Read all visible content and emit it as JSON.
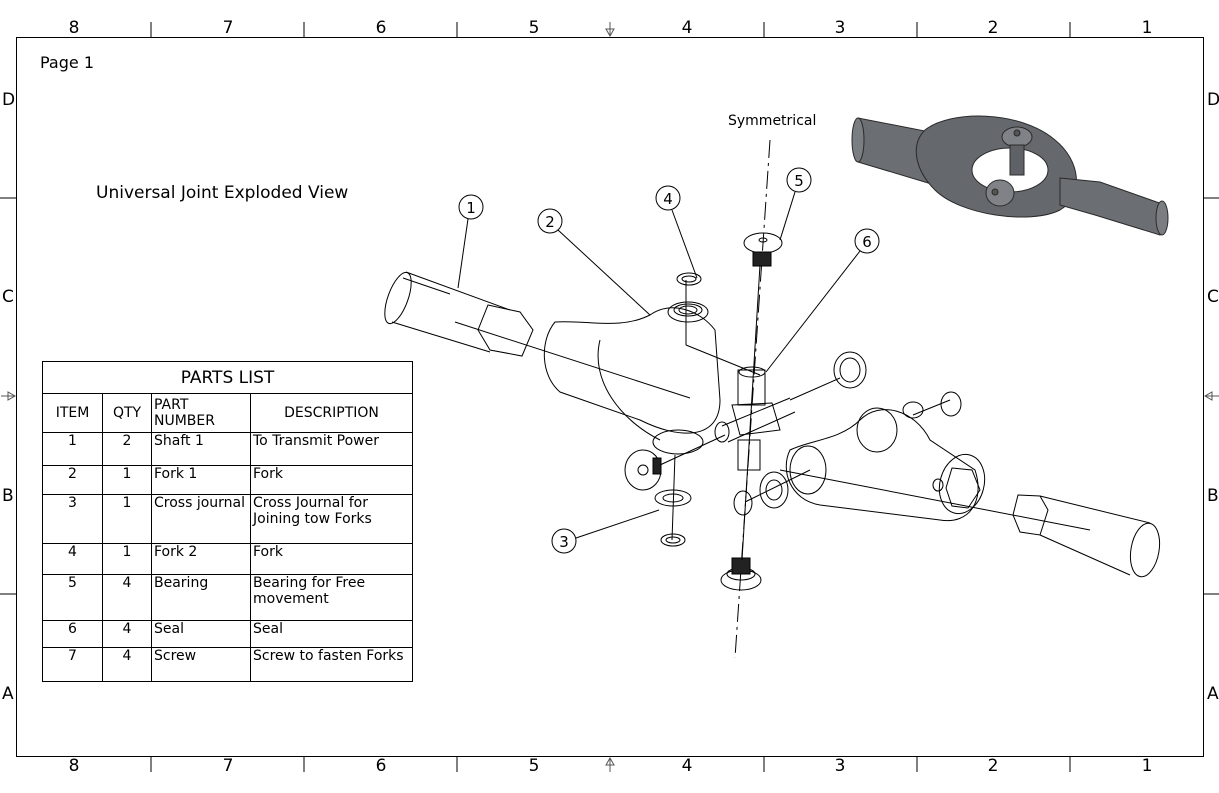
{
  "sheet": {
    "page_label": "Page 1",
    "view_title": "Universal Joint Exploded View",
    "note_symmetrical": "Symmetrical",
    "column_zones": [
      "8",
      "7",
      "6",
      "5",
      "4",
      "3",
      "2",
      "1"
    ],
    "row_zones": [
      "D",
      "C",
      "B",
      "A"
    ]
  },
  "parts_list": {
    "title": "PARTS LIST",
    "headers": [
      "ITEM",
      "QTY",
      "PART NUMBER",
      "DESCRIPTION"
    ],
    "rows": [
      {
        "item": "1",
        "qty": "2",
        "part": "Shaft 1",
        "desc": "To Transmit Power"
      },
      {
        "item": "2",
        "qty": "1",
        "part": "Fork 1",
        "desc": "Fork"
      },
      {
        "item": "3",
        "qty": "1",
        "part": "Cross journal",
        "desc": "Cross Journal for Joining tow Forks"
      },
      {
        "item": "4",
        "qty": "1",
        "part": "Fork 2",
        "desc": "Fork"
      },
      {
        "item": "5",
        "qty": "4",
        "part": "Bearing",
        "desc": "Bearing for Free movement"
      },
      {
        "item": "6",
        "qty": "4",
        "part": "Seal",
        "desc": "Seal"
      },
      {
        "item": "7",
        "qty": "4",
        "part": "Screw",
        "desc": "Screw to fasten Forks"
      }
    ]
  },
  "balloons": [
    "1",
    "2",
    "3",
    "4",
    "5",
    "6"
  ],
  "colors": {
    "line": "#000000",
    "shaded_part": "#6b6e72"
  }
}
